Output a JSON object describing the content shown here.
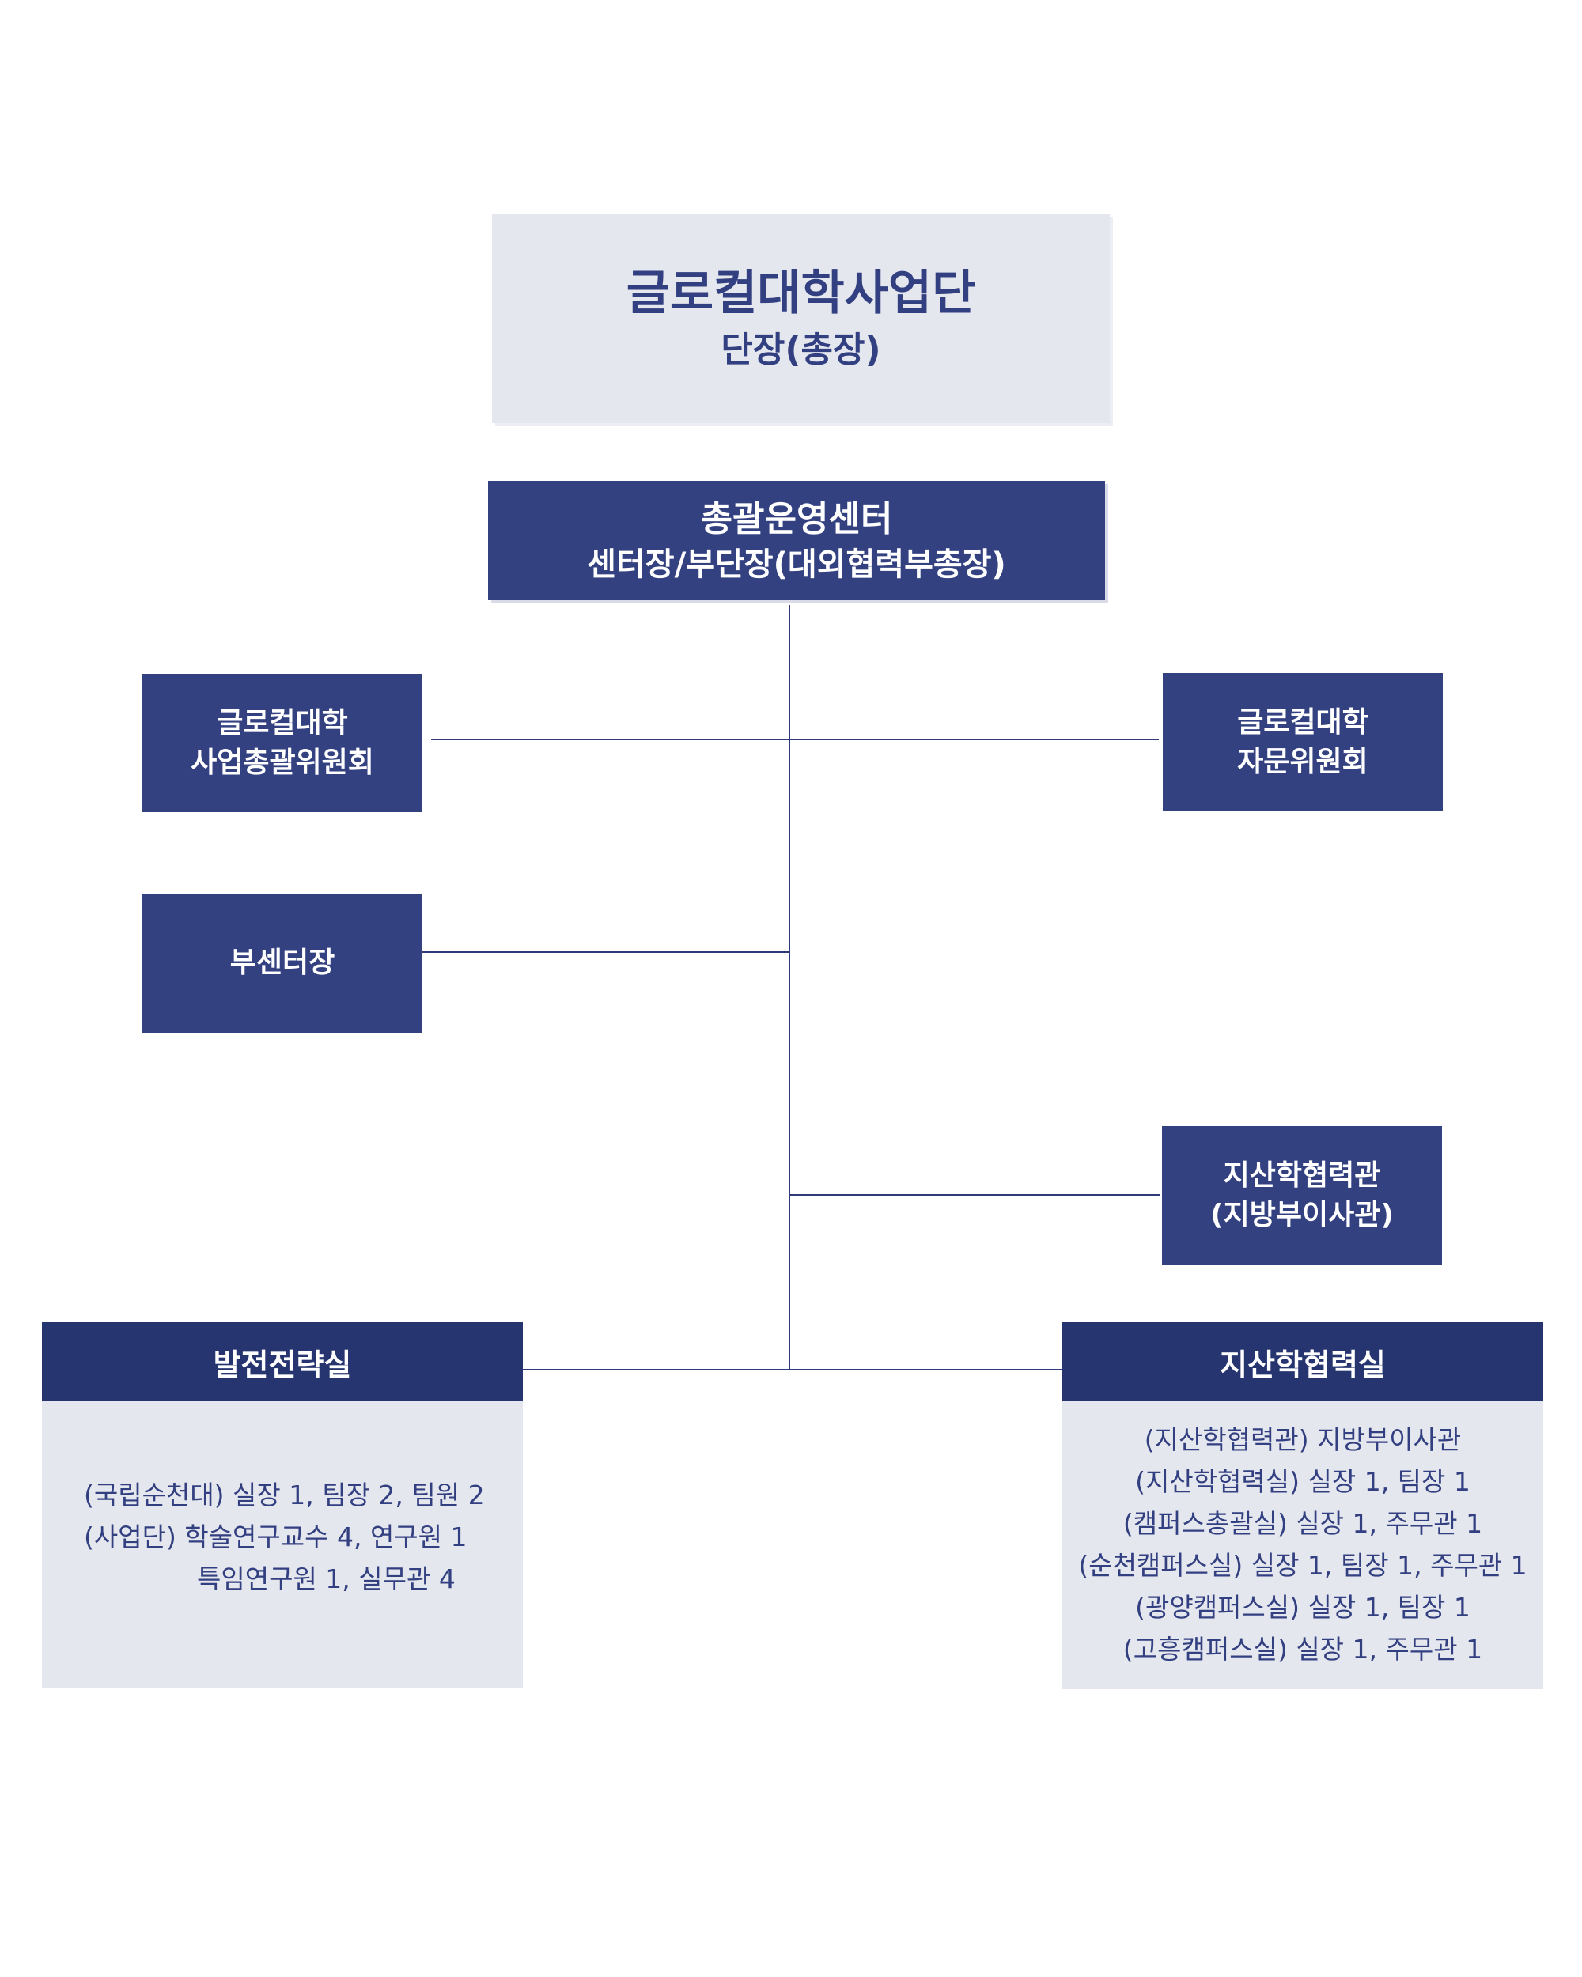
{
  "top": {
    "title": "글로컬대학사업단",
    "subtitle": "단장(총장)"
  },
  "center": {
    "title": "총괄운영센터",
    "subtitle": "센터장/부단장(대외협력부총장)"
  },
  "committee_left": {
    "line1": "글로컬대학",
    "line2": "사업총괄위원회"
  },
  "committee_right": {
    "line1": "글로컬대학",
    "line2": "자문위원회"
  },
  "vice_director": {
    "label": "부센터장"
  },
  "liaison": {
    "line1": "지산학협력관",
    "line2": "(지방부이사관)"
  },
  "strategy_office": {
    "title": "발전전략실",
    "staff": [
      "(국립순천대) 실장 1, 팀장 2, 팀원 2",
      "(사업단) 학술연구교수 4, 연구원 1",
      "특임연구원 1, 실무관 4"
    ]
  },
  "cooperation_office": {
    "title": "지산학협력실",
    "staff": [
      "(지산학협력관) 지방부이사관",
      "(지산학협력실) 실장 1, 팀장 1",
      "(캠퍼스총괄실) 실장 1, 주무관 1",
      "(순천캠퍼스실) 실장 1, 팀장 1, 주무관 1",
      "(광양캠퍼스실) 실장 1, 팀장 1",
      "(고흥캠퍼스실) 실장 1, 주무관 1"
    ]
  },
  "colors": {
    "dark_box": "#334180",
    "header": "#263570",
    "light_box": "#e5e7ee",
    "line": "#2e3b78",
    "text_dark": "#323f80"
  }
}
